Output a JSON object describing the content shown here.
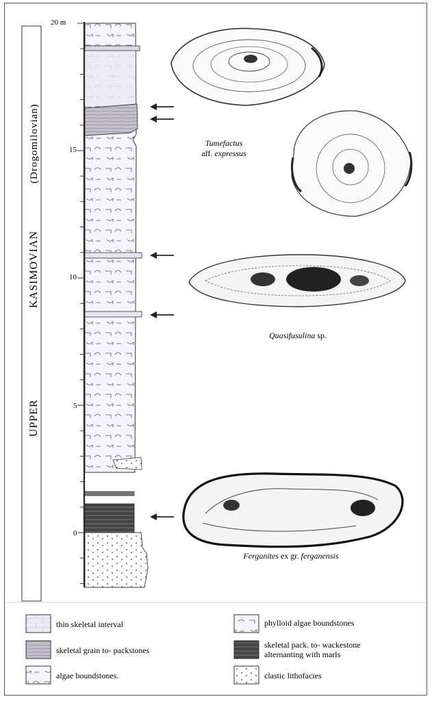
{
  "stratigraphy": {
    "series_label": "UPPER",
    "stage_label": "KASIMOVIAN",
    "substage_label": "(Drogomilovian)"
  },
  "scale": {
    "unit_top": "20 m",
    "ticks": [
      "15",
      "10",
      "5",
      "0"
    ]
  },
  "fossils": [
    {
      "name_italic": "Tumefactus",
      "name_rest": "aff. ",
      "epithet_italic": "expressus"
    },
    {
      "name_italic": "Quasifusulina",
      "name_rest": " sp."
    },
    {
      "name_italic": "Ferganites",
      "name_rest": " ex gr. ",
      "epithet_italic": "ferganensis"
    }
  ],
  "legend": {
    "left": [
      {
        "label": "thin skeletal interval",
        "pattern": "brick"
      },
      {
        "label": "skeletal grain to- packstones",
        "pattern": "laminated"
      },
      {
        "label": "algae boundstones.",
        "pattern": "algae"
      }
    ],
    "right": [
      {
        "label": "phylloid algae boundstones",
        "pattern": "phylloid"
      },
      {
        "label_line1": "skeletal pack. to- wackestone",
        "label_line2": "alternanting with marls",
        "pattern": "dark"
      },
      {
        "label": "clastic lithofacies",
        "pattern": "dots"
      }
    ]
  },
  "colors": {
    "outline": "#333333",
    "lavender": "#e9e6f3",
    "grain": "#b9b6c4",
    "dark": "#3a3a3a"
  }
}
